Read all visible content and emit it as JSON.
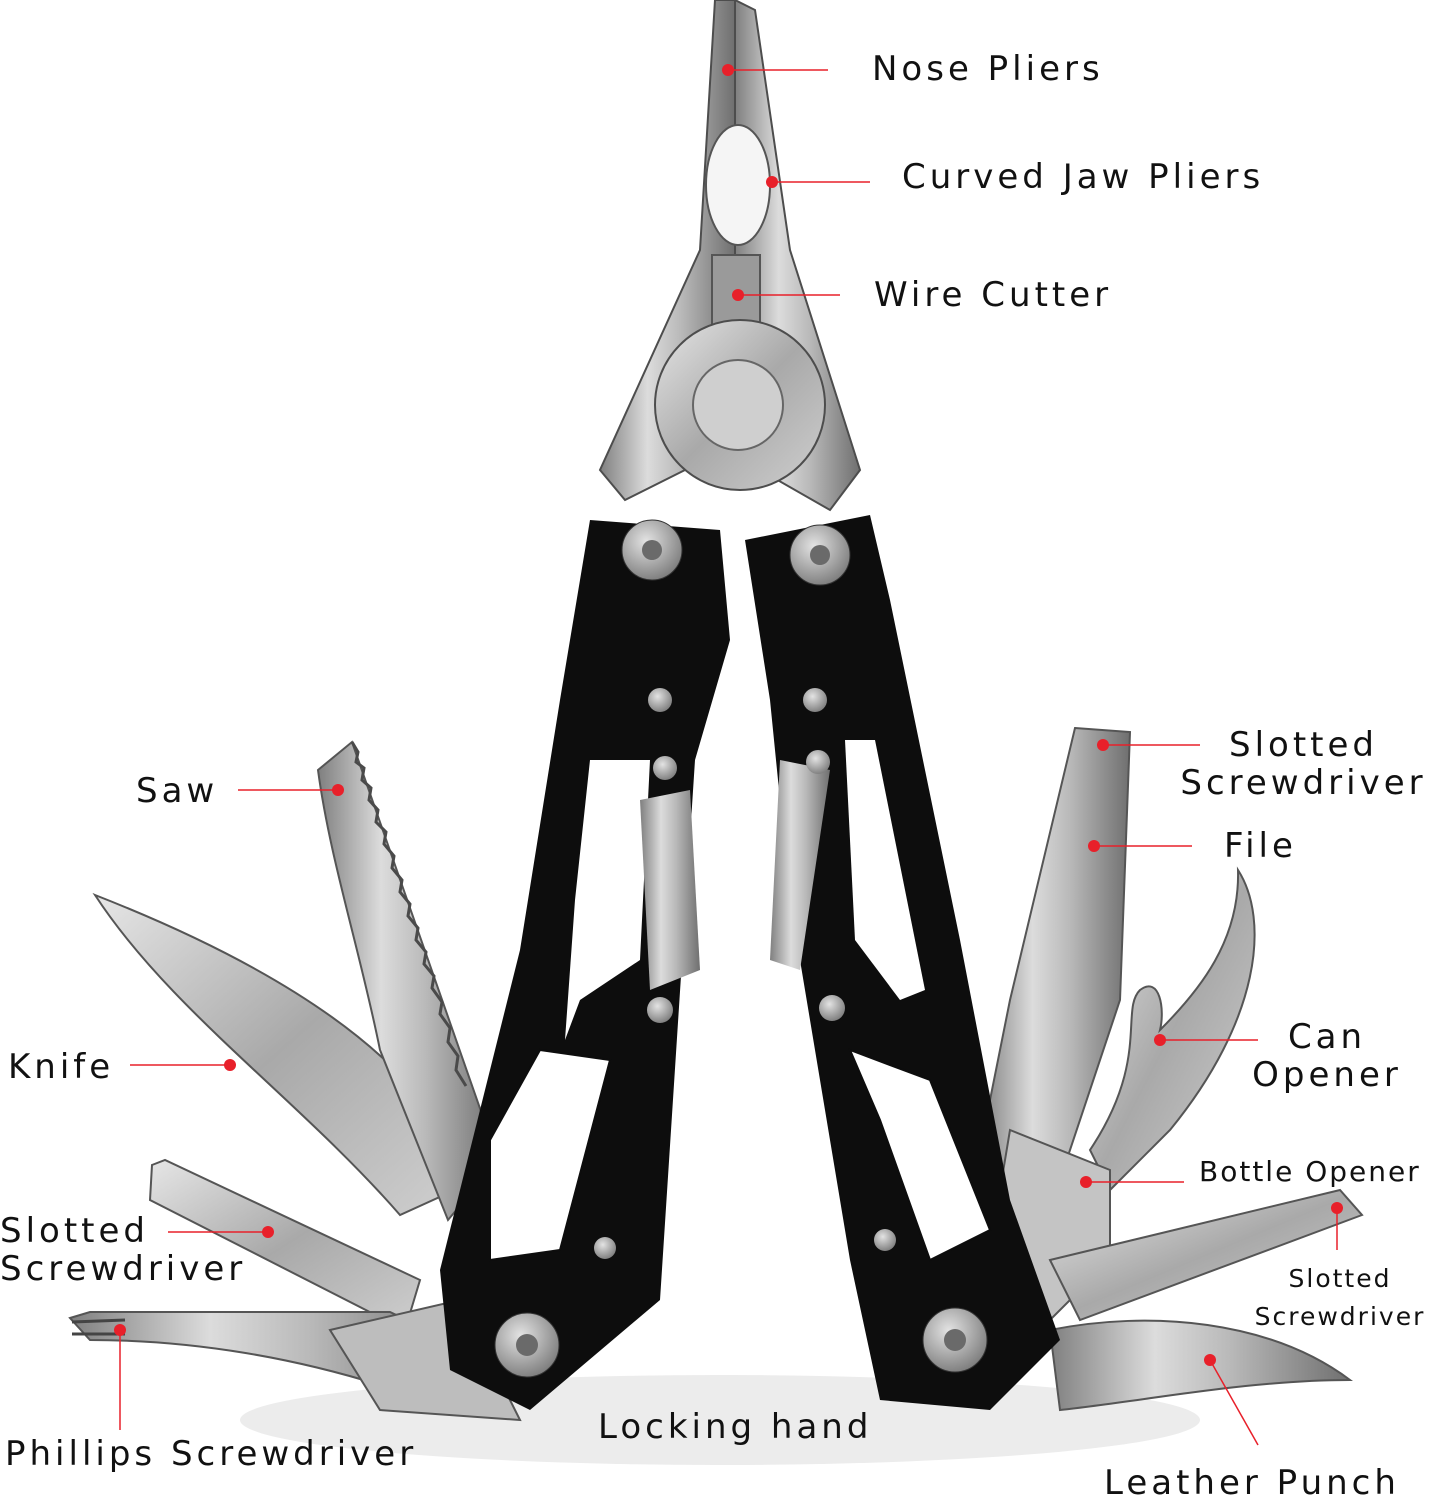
{
  "colors": {
    "background": "#ffffff",
    "marker": "#e8202a",
    "handle": "#0d0d0d",
    "steel_light": "#d8d8d8",
    "steel_dark": "#8a8a8a"
  },
  "image": {
    "subject": "multitool-icon"
  },
  "labels": {
    "nose_pliers": "Nose Pliers",
    "curved_jaw_pliers": "Curved Jaw Pliers",
    "wire_cutter": "Wire Cutter",
    "saw": "Saw",
    "knife": "Knife",
    "slotted_screwdriver_left_line1": "Slotted",
    "slotted_screwdriver_left_line2": "Screwdriver",
    "phillips_screwdriver": "Phillips Screwdriver",
    "locking_hand": "Locking hand",
    "slotted_screwdriver_top_line1": "Slotted",
    "slotted_screwdriver_top_line2": "Screwdriver",
    "file": "File",
    "can_opener_line1": "Can",
    "can_opener_line2": "Opener",
    "bottle_opener": "Bottle Opener",
    "slotted_screwdriver_small_line1": "Slotted",
    "slotted_screwdriver_small_line2": "Screwdriver",
    "leather_punch": "Leather Punch"
  }
}
